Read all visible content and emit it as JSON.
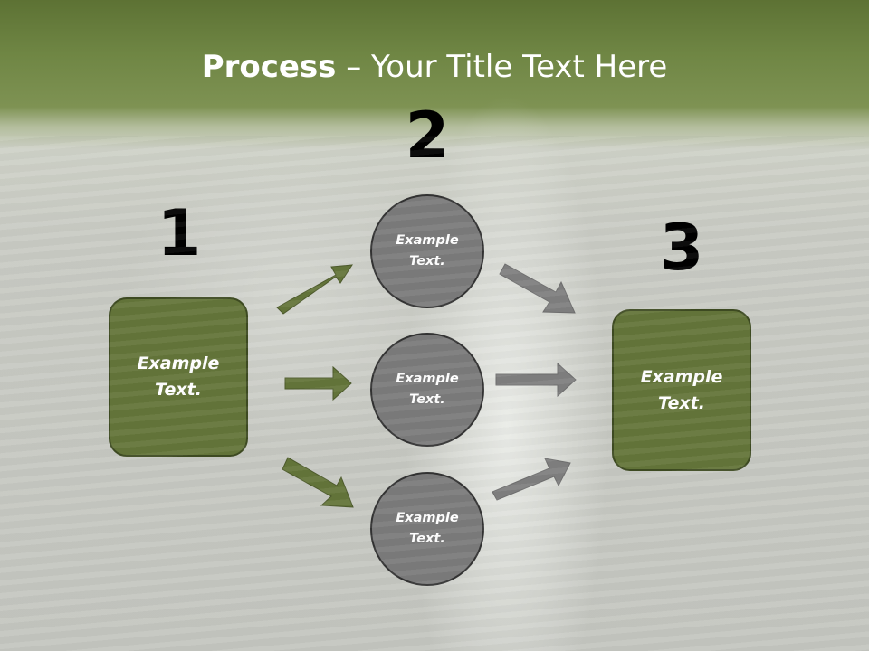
{
  "slide": {
    "title": {
      "bold": "Process",
      "rest": " – Your Title Text Here"
    },
    "steps": [
      {
        "number": "1",
        "label": "Example Text."
      },
      {
        "number": "2",
        "labels": [
          "Example Text.",
          "Example Text.",
          "Example Text."
        ]
      },
      {
        "number": "3",
        "label": "Example Text."
      }
    ],
    "colors": {
      "accent_green": "#64753a",
      "circle_gray": "#7b7b7b",
      "arrow_green": "#64753a",
      "arrow_gray": "#808080"
    }
  }
}
